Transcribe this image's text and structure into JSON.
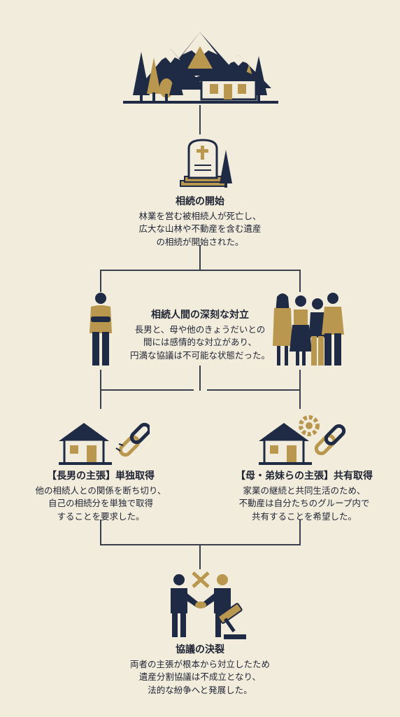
{
  "colors": {
    "background": "#f2ecdd",
    "navy": "#1f2a44",
    "gold": "#b9974e",
    "line": "#3a3f4d"
  },
  "icons": {
    "top": "mountain-forest-house-icon",
    "start": "gravestone-cross-icon",
    "conflict_left": "standing-man-arms-crossed-icon",
    "conflict_right": "family-group-icon",
    "claim_left": "house-broken-chain-icon",
    "claim_right": "house-gear-chain-icon",
    "result": "handshake-x-gavel-icon"
  },
  "steps": {
    "start": {
      "title": "相続の開始",
      "lines": [
        "林業を営む被相続人が死亡し、",
        "広大な山林や不動産を含む遺産",
        "の相続が開始された。"
      ]
    },
    "conflict": {
      "title": "相続人間の深刻な対立",
      "lines": [
        "長男と、母や他のきょうだいとの",
        "間には感情的な対立があり、",
        "円満な協議は不可能な状態だった。"
      ]
    },
    "claim_left": {
      "title": "【長男の主張】単独取得",
      "lines": [
        "他の相続人との関係を断ち切り、",
        "自己の相続分を単独で取得",
        "することを要求した。"
      ]
    },
    "claim_right": {
      "title": "【母・弟妹らの主張】共有取得",
      "lines": [
        "家業の継続と共同生活のため、",
        "不動産は自分たちのグループ内で",
        "共有することを希望した。"
      ]
    },
    "result": {
      "title": "協議の決裂",
      "lines": [
        "両者の主張が根本から対立したため",
        "遺産分割協議は不成立となり、",
        "法的な紛争へと発展した。"
      ]
    }
  }
}
